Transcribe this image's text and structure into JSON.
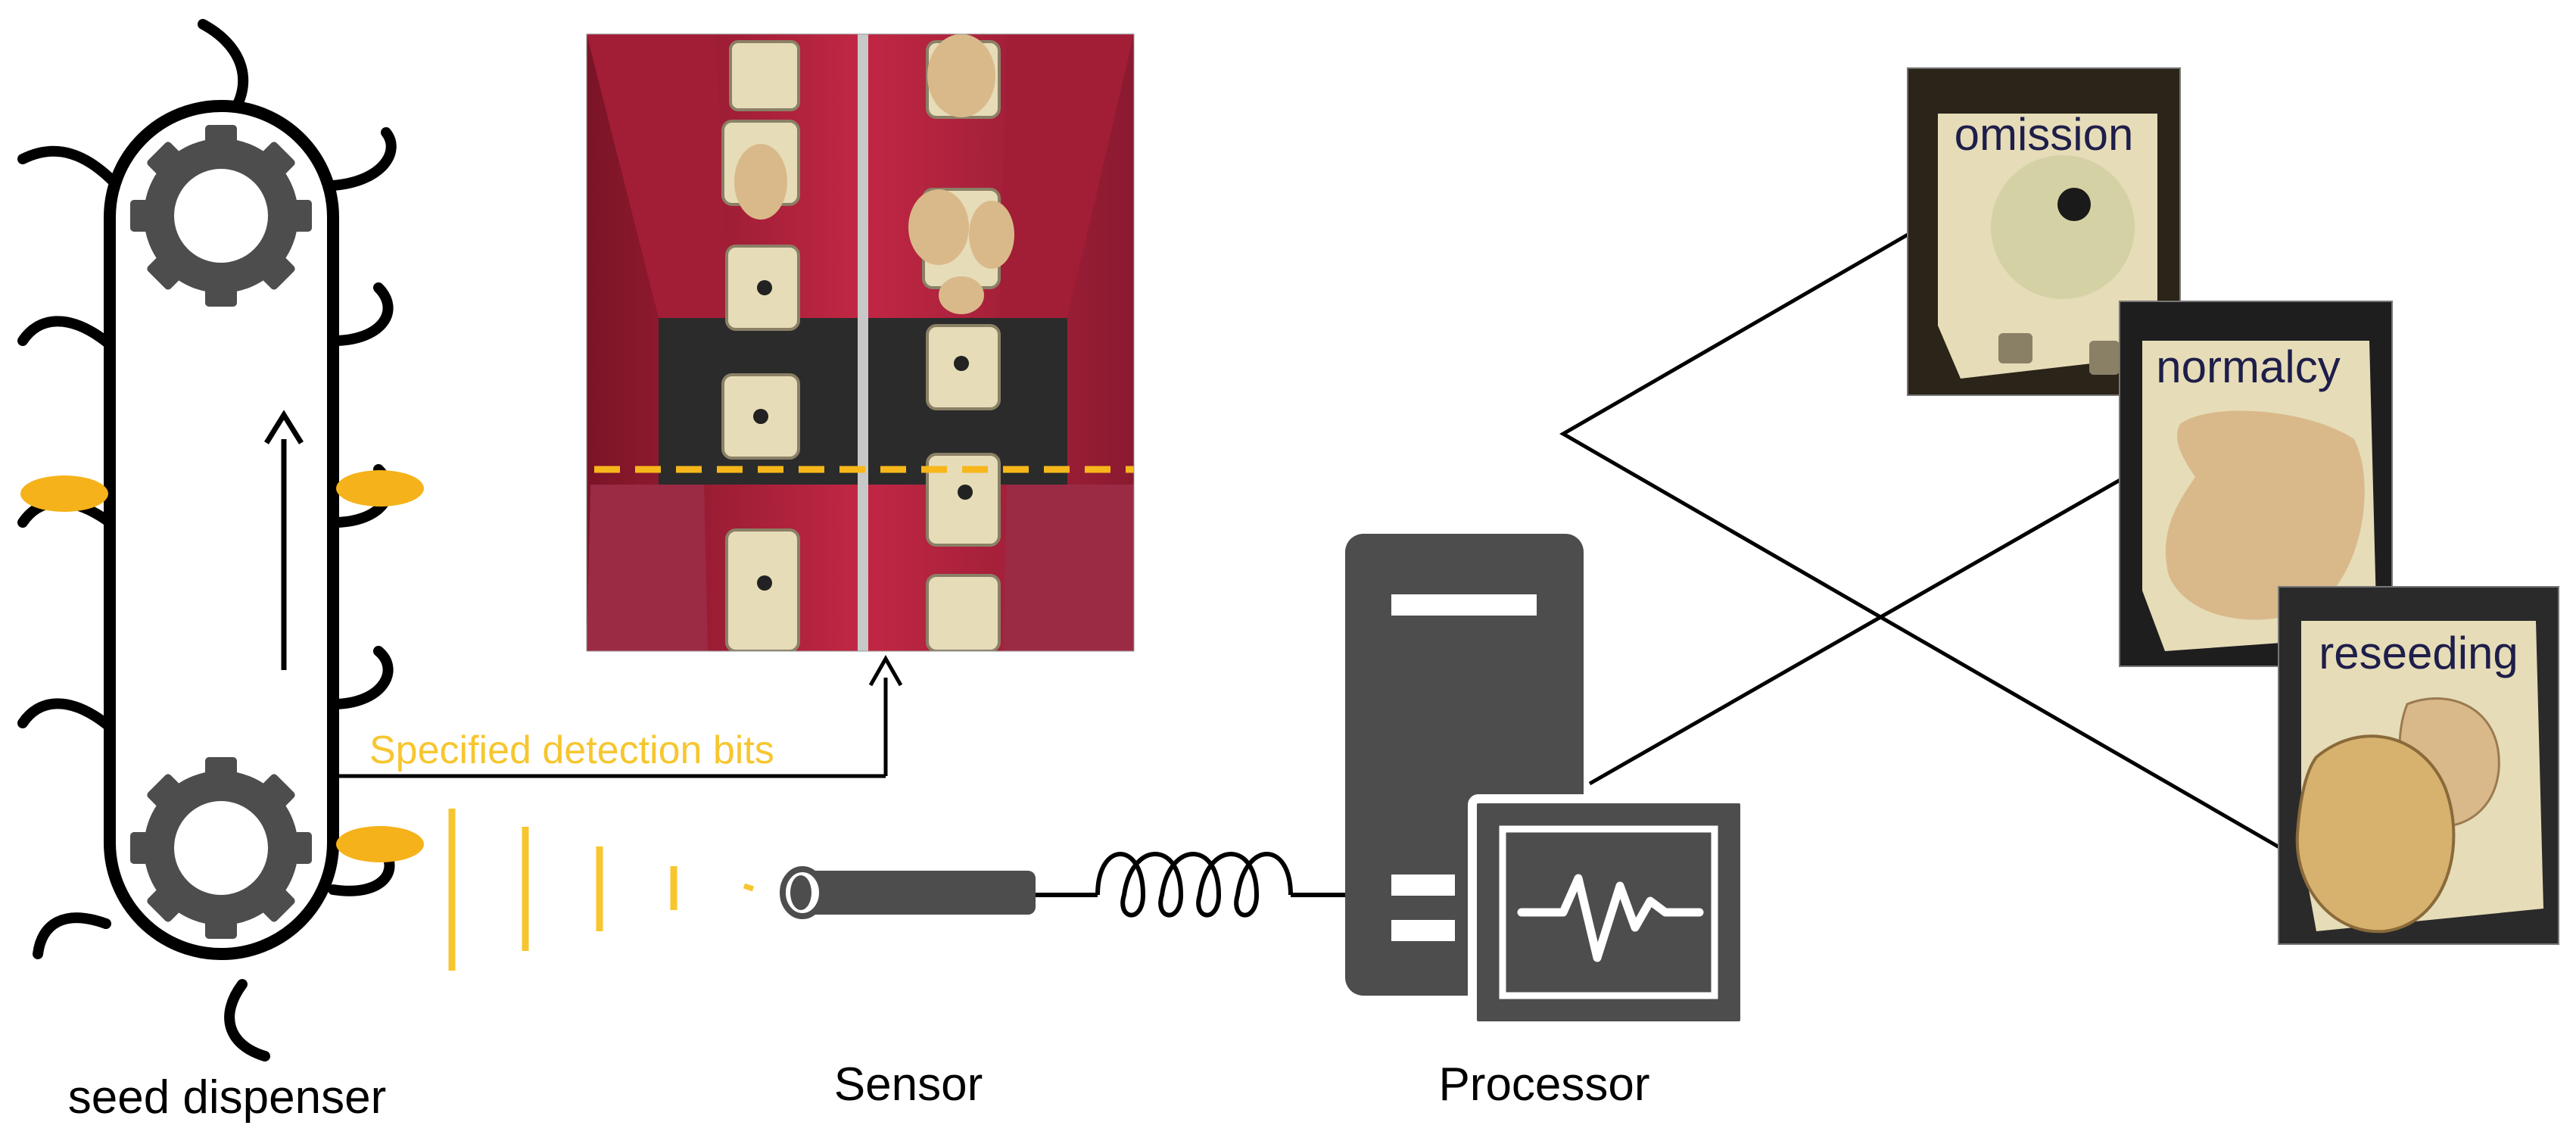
{
  "labels": {
    "seed_dispenser": "seed dispenser",
    "sensor": "Sensor",
    "processor": "Processor",
    "detection_bits": "Specified detection bits"
  },
  "states": [
    {
      "label": "omission"
    },
    {
      "label": "normalcy"
    },
    {
      "label": "reseeding"
    }
  ],
  "colors": {
    "ink": "#000000",
    "device_gray": "#4d4d4d",
    "seed_yellow": "#f5b21a",
    "accent_yellow": "#f7c62f",
    "hopper_red": "#b51f3a",
    "hopper_red_dark": "#7a1426",
    "cup_cream": "#e6dcb8",
    "potato": "#d9b98a",
    "label_ink": "#1e1e4a"
  },
  "icons": [
    "gear-icon",
    "arrow-up-icon",
    "server-tower-icon",
    "monitor-icon",
    "heartbeat-icon",
    "coil-cable-icon"
  ]
}
